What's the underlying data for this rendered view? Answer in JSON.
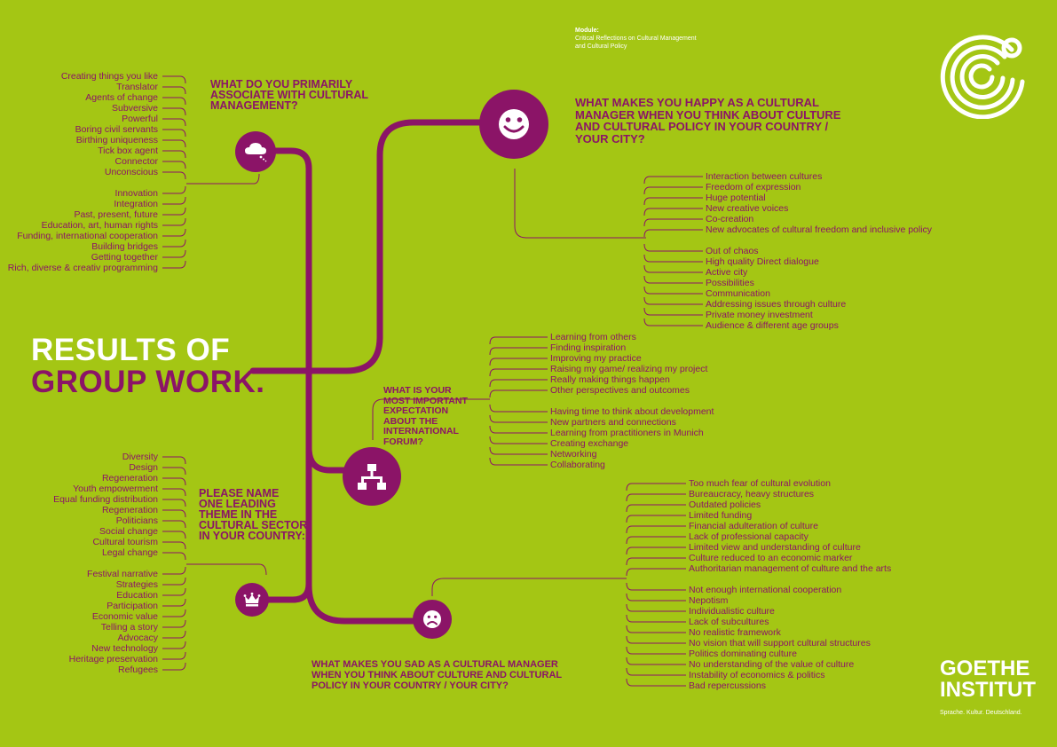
{
  "module": {
    "label": "Module:",
    "line1": "Critical Reflections on Cultural Management",
    "line2": "and Cultural Policy"
  },
  "title": {
    "line1": "RESULTS OF",
    "line2": "GROUP WORK."
  },
  "brand": {
    "line1": "GOETHE",
    "line2": "INSTITUT",
    "tagline": "Sprache. Kultur. Deutschland."
  },
  "icons": {
    "associate": "cloud-icon",
    "happy": "smiley-icon",
    "expectation": "network-icon",
    "theme": "crown-icon",
    "sad": "sad-face-icon",
    "logo": "goethe-logo-icon"
  },
  "colors": {
    "background": "#a4c614",
    "accent": "#8b1467",
    "text_light": "#ffffff"
  },
  "questions": {
    "associate": {
      "line1": "WHAT DO YOU PRIMARILY",
      "line2": "ASSOCIATE WITH CULTURAL",
      "line3": "MANAGEMENT?",
      "answers": [
        "Creating things you like",
        "Translator",
        "Agents of change",
        "Subversive",
        "Powerful",
        "Boring civil servants",
        "Birthing uniqueness",
        "Tick box agent",
        "Connector",
        "Unconscious",
        "",
        "Innovation",
        "Integration",
        "Past, present, future",
        "Education, art, human rights",
        "Funding, international cooperation",
        "Building bridges",
        "Getting together",
        "Rich, diverse & creativ programming"
      ]
    },
    "happy": {
      "line1": "WHAT MAKES YOU HAPPY AS A CULTURAL",
      "line2": "MANAGER WHEN YOU THINK ABOUT CULTURE",
      "line3": "AND CULTURAL POLICY IN YOUR COUNTRY /",
      "line4": "YOUR CITY?",
      "answers": [
        "Interaction between cultures",
        "Freedom of expression",
        "Huge potential",
        "New creative voices",
        "Co-creation",
        "New advocates of cultural freedom and inclusive policy",
        "",
        "Out of chaos",
        "High quality Direct dialogue",
        "Active city",
        "Possibilities",
        "Communication",
        "Addressing issues through culture",
        "Private money investment",
        "Audience & different age groups"
      ]
    },
    "expectation": {
      "line1": "WHAT IS YOUR",
      "line2": "MOST IMPORTANT",
      "line3": "EXPECTATION",
      "line4": "ABOUT THE",
      "line5": "INTERNATIONAL",
      "line6": "FORUM?",
      "answers": [
        "Learning from others",
        "Finding inspiration",
        "Improving my practice",
        "Raising my game/ realizing my project",
        "Really making things happen",
        "Other perspectives and outcomes",
        "",
        "Having time to think about development",
        "New partners and connections",
        "Learning from practitioners in Munich",
        "Creating exchange",
        "Networking",
        "Collaborating"
      ]
    },
    "theme": {
      "line1": "PLEASE NAME",
      "line2": "ONE LEADING",
      "line3": "THEME IN THE",
      "line4": "CULTURAL SECTOR",
      "line5": "IN YOUR COUNTRY:",
      "answers": [
        "Diversity",
        "Design",
        "Regeneration",
        "Youth empowerment",
        "Equal funding distribution",
        "Regeneration",
        "Politicians",
        "Social change",
        "Cultural tourism",
        "Legal change",
        "",
        "Festival narrative",
        "Strategies",
        "Education",
        "Participation",
        "Economic value",
        "Telling a story",
        "Advocacy",
        "New technology",
        "Heritage preservation",
        "Refugees"
      ]
    },
    "sad": {
      "line1": "WHAT MAKES YOU SAD AS A CULTURAL MANAGER",
      "line2": "WHEN YOU THINK ABOUT CULTURE AND CULTURAL",
      "line3": "POLICY IN YOUR COUNTRY / YOUR CITY?",
      "answers": [
        "Too much fear of cultural evolution",
        "Bureaucracy, heavy structures",
        "Outdated policies",
        "Limited funding",
        "Financial adulteration of culture",
        "Lack of professional capacity",
        "Limited view and understanding of culture",
        "Culture reduced to an economic marker",
        "Authoritarian management of culture and the arts",
        "",
        "Not enough international cooperation",
        "Nepotism",
        "Individualistic culture",
        "Lack of subcultures",
        "No realistic framework",
        "No vision that will support cultural structures",
        "Politics dominating culture",
        "No understanding of the value of culture",
        "Instability of economics & politics",
        "Bad repercussions"
      ]
    }
  }
}
